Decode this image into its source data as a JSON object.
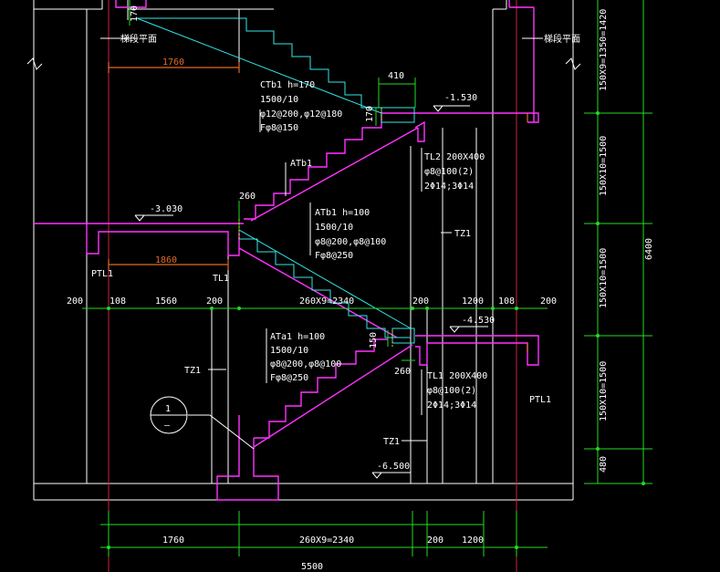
{
  "labels": {
    "floor_label_1": "梯段平面",
    "floor_label_2": "梯段平面",
    "dim_1760_top": "1760",
    "dim_410": "410",
    "dim_170_top": "170",
    "dim_170_left": "170",
    "elev_1530": "-1.530",
    "ctb1": [
      "CTb1 h=170",
      "1500/10",
      "φ12@200,φ12@180",
      "Fφ8@150"
    ],
    "tl2": [
      "TL2 200X400",
      "φ8@100(2)",
      "2Φ14;3Φ14"
    ],
    "atb1_tag": "ATb1",
    "dim_260_mid": "260",
    "elev_3030": "-3.030",
    "atb1": [
      "ATb1 h=100",
      "1500/10",
      "φ8@200,φ8@100",
      "Fφ8@250"
    ],
    "tz1_a": "TZ1",
    "dim_1860": "1860",
    "ptl1_left": "PTL1",
    "tl1_left": "TL1",
    "bottom_row_1": [
      "200",
      "108",
      "1560",
      "200",
      "260X9=2340",
      "200",
      "1200",
      "108",
      "200"
    ],
    "elev_4530": "-4.530",
    "dim_150": "150",
    "ata1": [
      "ATa1 h=100",
      "1500/10",
      "φ8@200,φ8@100",
      "Fφ8@250"
    ],
    "tz1_b": "TZ1",
    "dim_260_low": "260",
    "tl1": [
      "TL1 200X400",
      "φ8@100(2)",
      "2Φ14;3Φ14"
    ],
    "ptl1_right": "PTL1",
    "section_top": "1",
    "section_bottom": "—",
    "tz1_c": "TZ1",
    "elev_6500": "-6.500",
    "right_dims": [
      "150X9=1350=1420",
      "150X10=1500",
      "150X10=1500",
      "150X10=1500",
      "480"
    ],
    "right_total": "6400",
    "bottom_row_2": [
      "1760",
      "260X9=2340",
      "200",
      "1200"
    ],
    "total_5500": "5500"
  }
}
